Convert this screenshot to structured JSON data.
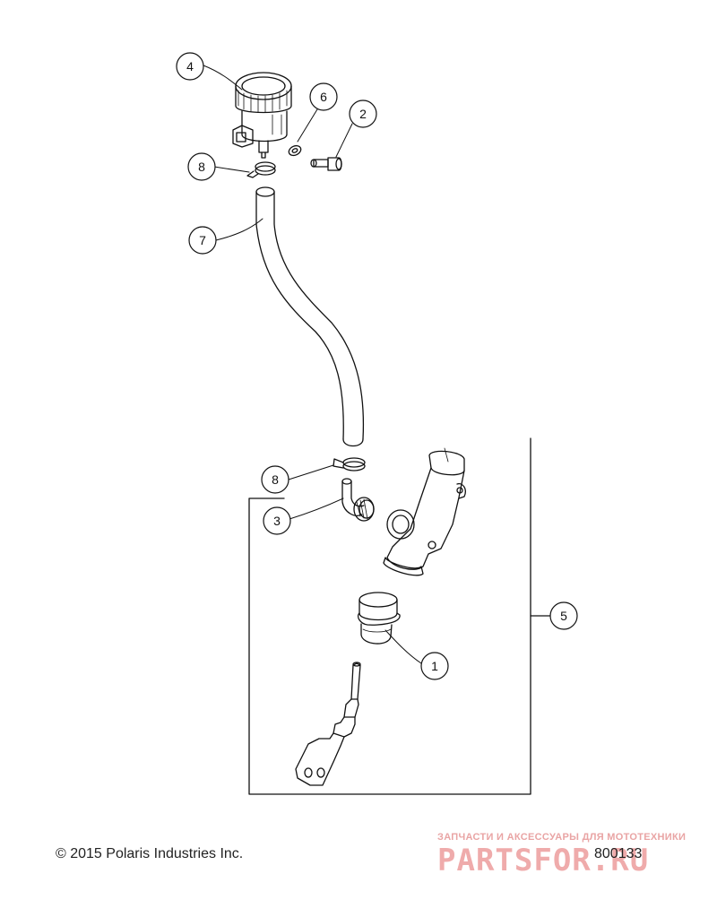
{
  "callouts": {
    "c1": "1",
    "c2": "2",
    "c3": "3",
    "c4": "4",
    "c5": "5",
    "c6": "6",
    "c7": "7",
    "c8a": "8",
    "c8b": "8"
  },
  "footer": {
    "copyright": "© 2015 Polaris Industries Inc.",
    "reference": "800133"
  },
  "watermark": {
    "tagline": "ЗАПЧАСТИ И АКСЕССУАРЫ ДЛЯ МОТОТЕХНИКИ",
    "logo": "PARTSFOR.RU"
  }
}
